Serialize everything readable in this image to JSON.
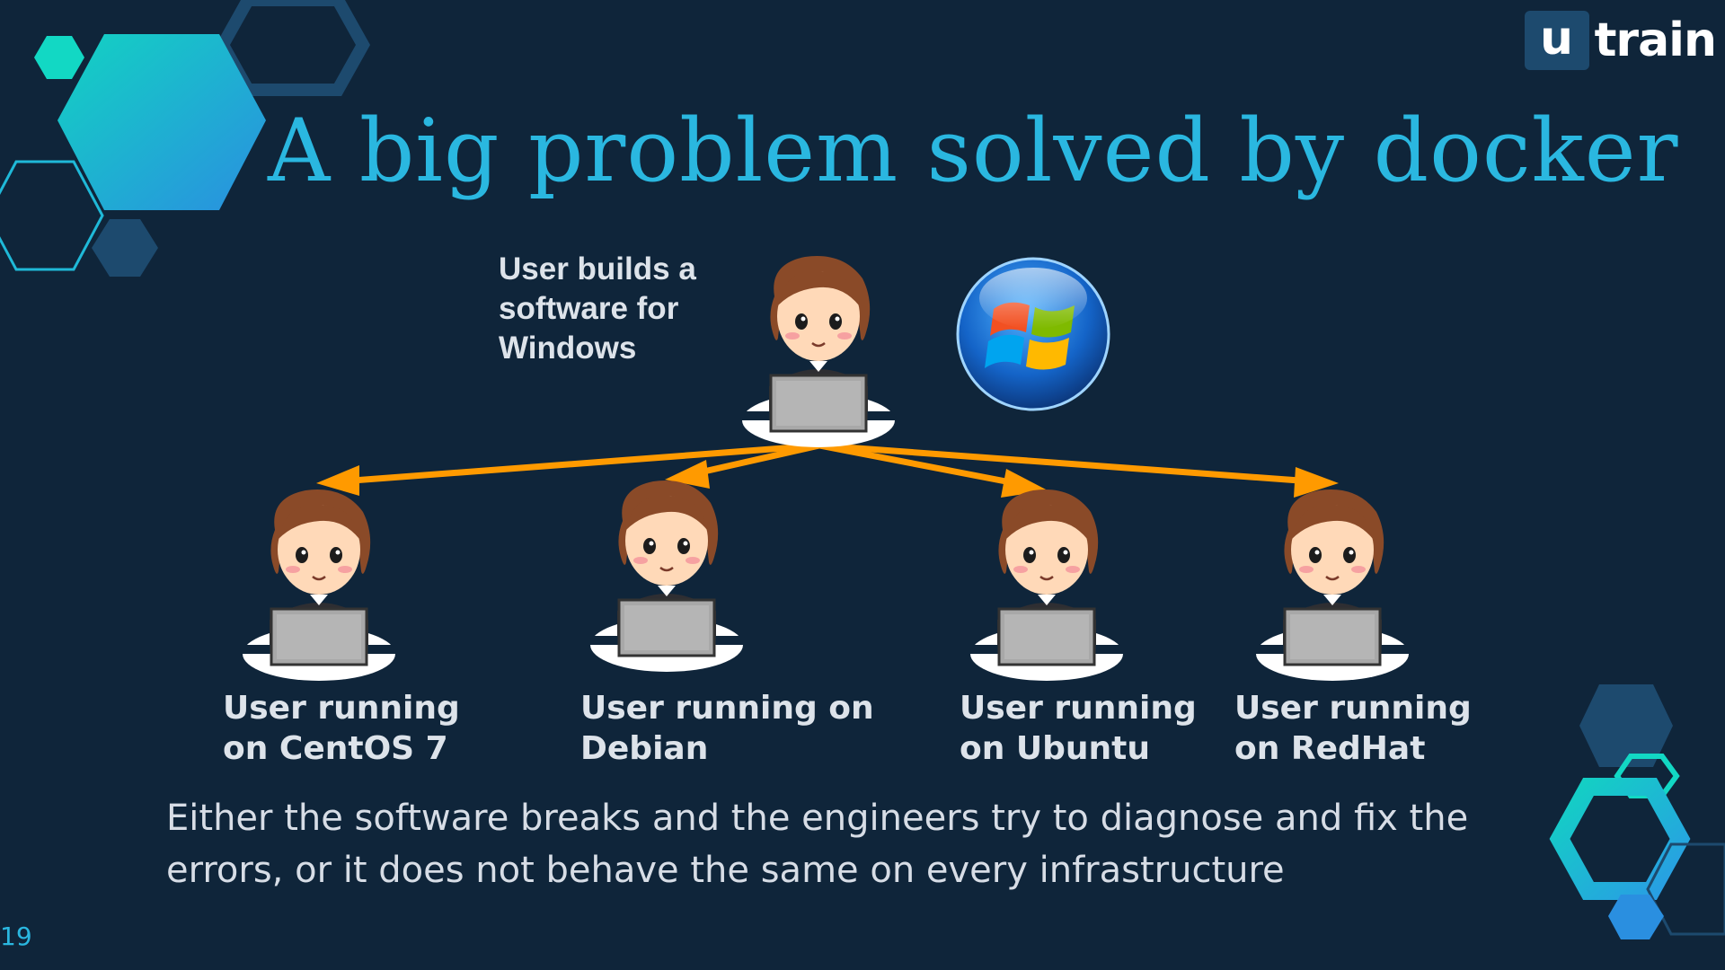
{
  "slide": {
    "title": "A big problem solved by docker",
    "logo": {
      "mark": "u",
      "word": "train"
    },
    "page_number": "19",
    "source_user": {
      "caption": "User builds a software for Windows",
      "os_icon": "windows-logo-icon"
    },
    "target_users": [
      {
        "label_line1": "User running",
        "label_line2": "on CentOS 7"
      },
      {
        "label_line1": "User running on",
        "label_line2": "Debian"
      },
      {
        "label_line1": "User running",
        "label_line2": "on Ubuntu"
      },
      {
        "label_line1": "User running",
        "label_line2": "on RedHat"
      }
    ],
    "body_text": "Either the software breaks and the engineers try to diagnose and fix the errors, or it does not behave the same on every infrastructure"
  },
  "colors": {
    "background": "#0f253a",
    "accent_cyan": "#2ab7e0",
    "arrow_orange": "#ff9a00",
    "hex_teal": "#1fd3c6",
    "hex_navy": "#1d4a6e"
  }
}
